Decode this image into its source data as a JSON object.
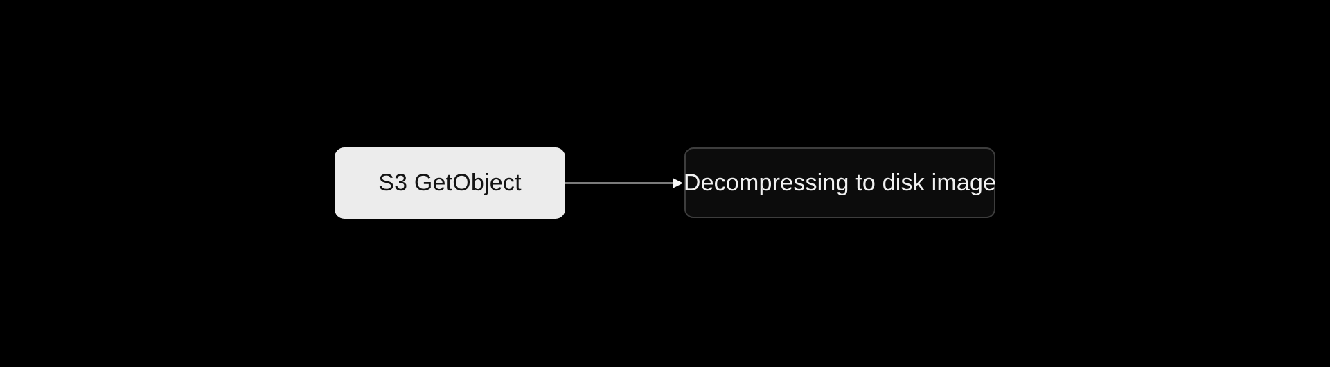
{
  "canvas": {
    "background_color": "#000000"
  },
  "diagram": {
    "type": "flowchart",
    "nodes": [
      {
        "id": "s3-getobject",
        "label": "S3 GetObject",
        "variant": "light",
        "fill_color": "#ececec",
        "text_color": "#141414"
      },
      {
        "id": "decompressing-to-disk-image",
        "label": "Decompressing to disk image",
        "variant": "dark",
        "fill_color": "#0c0c0c",
        "border_color": "#3d3d3d",
        "text_color": "#f2f2f2"
      }
    ],
    "edges": [
      {
        "from": "s3-getobject",
        "to": "decompressing-to-disk-image",
        "direction": "right",
        "color": "#f5f5f5",
        "style": "arrow"
      }
    ]
  }
}
